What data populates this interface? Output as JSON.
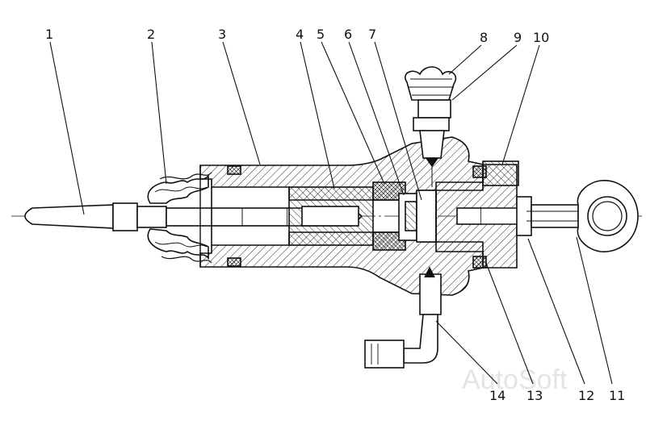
{
  "diagram": {
    "callouts": [
      "1",
      "2",
      "3",
      "4",
      "5",
      "6",
      "7",
      "8",
      "9",
      "10",
      "11",
      "12",
      "13",
      "14"
    ],
    "watermark": "AutoSoft",
    "colors": {
      "line": "#111111",
      "background": "#ffffff",
      "watermark": "#e4e4e4"
    }
  }
}
